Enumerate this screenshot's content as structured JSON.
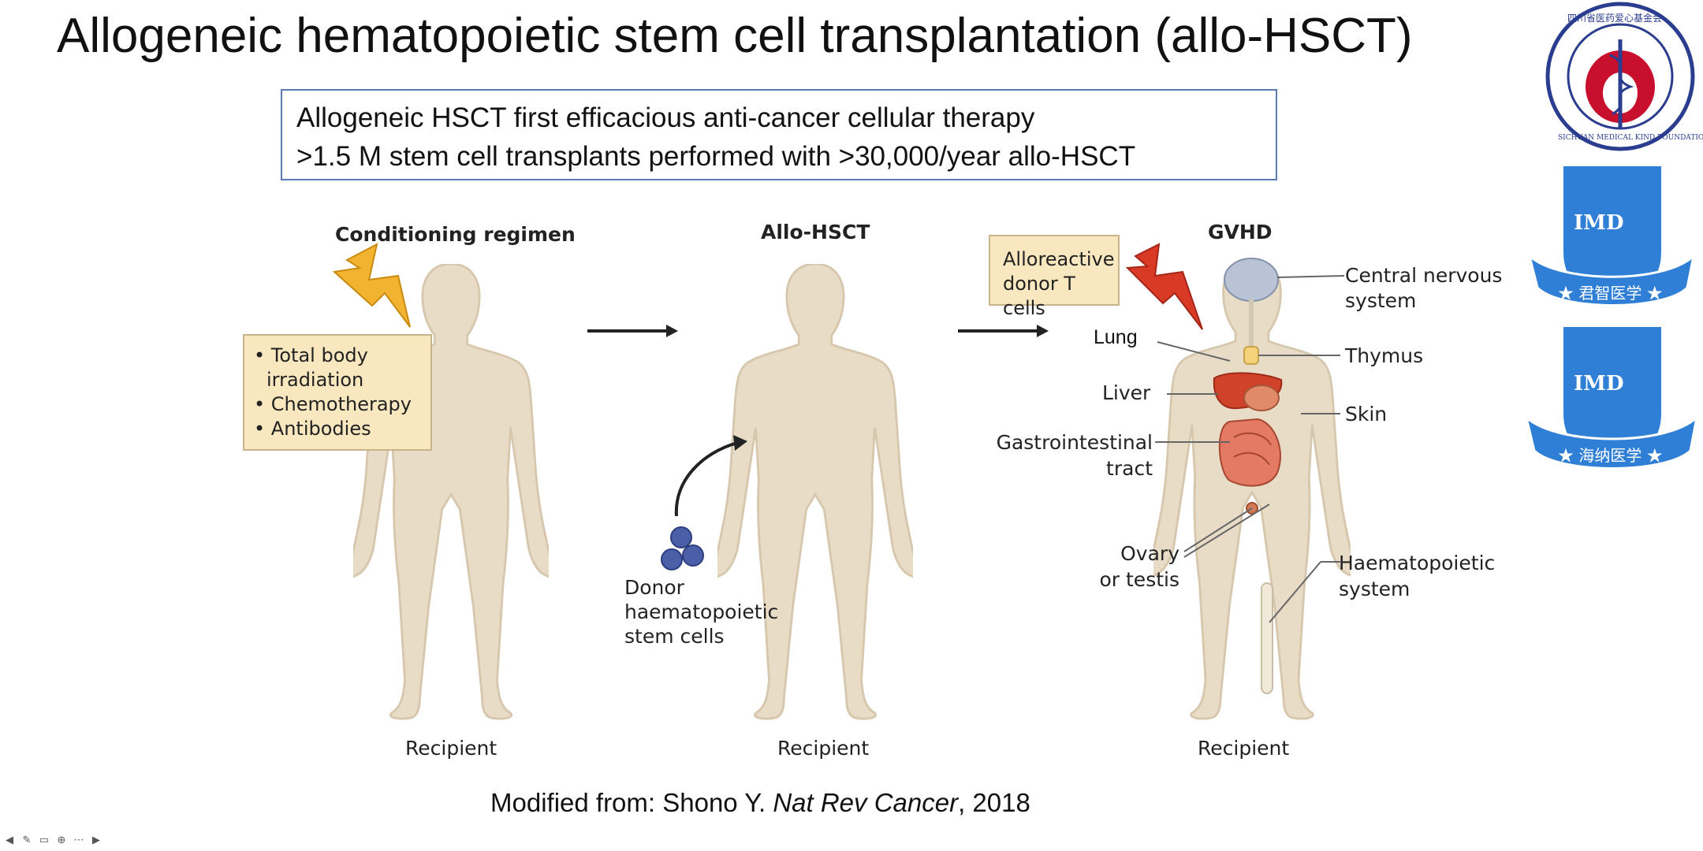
{
  "slide": {
    "title": "Allogeneic hematopoietic stem cell transplantation (allo-HSCT)",
    "summary_lines": [
      "Allogeneic HSCT first efficacious anti-cancer cellular therapy",
      ">1.5 M stem cell transplants performed with >30,000/year allo-HSCT"
    ],
    "citation": {
      "prefix": "Modified from: Shono Y. ",
      "journal": "Nat Rev Cancer",
      "suffix": ", 2018"
    }
  },
  "diagram": {
    "panels": {
      "conditioning": {
        "heading": "Conditioning regimen",
        "items": [
          "• Total body",
          "  irradiation",
          "• Chemotherapy",
          "• Antibodies"
        ],
        "recipient": "Recipient"
      },
      "allo": {
        "heading": "Allo-HSCT",
        "donor_label_lines": [
          "Donor",
          "haematopoietic",
          "stem cells"
        ],
        "recipient": "Recipient"
      },
      "gvhd": {
        "heading": "GVHD",
        "trigger_lines": [
          "Alloreactive",
          "donor T cells"
        ],
        "organs": {
          "cns": [
            "Central nervous",
            "system"
          ],
          "lung": "Lung",
          "thymus": "Thymus",
          "liver": "Liver",
          "skin": "Skin",
          "gi": [
            "Gastrointestinal",
            "tract"
          ],
          "ovary": [
            "Ovary",
            "or testis"
          ],
          "haem": [
            "Haematopoietic",
            "system"
          ]
        },
        "recipient": "Recipient"
      }
    }
  },
  "logos": {
    "foundation": {
      "ring_text": "SICHUAN MEDICAL KIND FOUNDATION",
      "cn_text": "四川省医药爱心基金会"
    },
    "shield1": {
      "abbr": "IMD",
      "cn": "★ 君智医学 ★"
    },
    "shield2": {
      "abbr": "IMD",
      "cn": "★ 海纳医学 ★"
    }
  },
  "controls": [
    "prev-icon",
    "pen-icon",
    "captions-icon",
    "zoom-icon",
    "more-icon",
    "next-icon"
  ],
  "colors": {
    "box_border": "#5b7bb0",
    "plaque": "#f8e7bf",
    "body": "#e8dcc7",
    "lightning_yellow": "#f2b430",
    "lightning_red": "#d93a26",
    "shield_blue": "#2f7fd6",
    "foundation_red": "#c8102e"
  }
}
